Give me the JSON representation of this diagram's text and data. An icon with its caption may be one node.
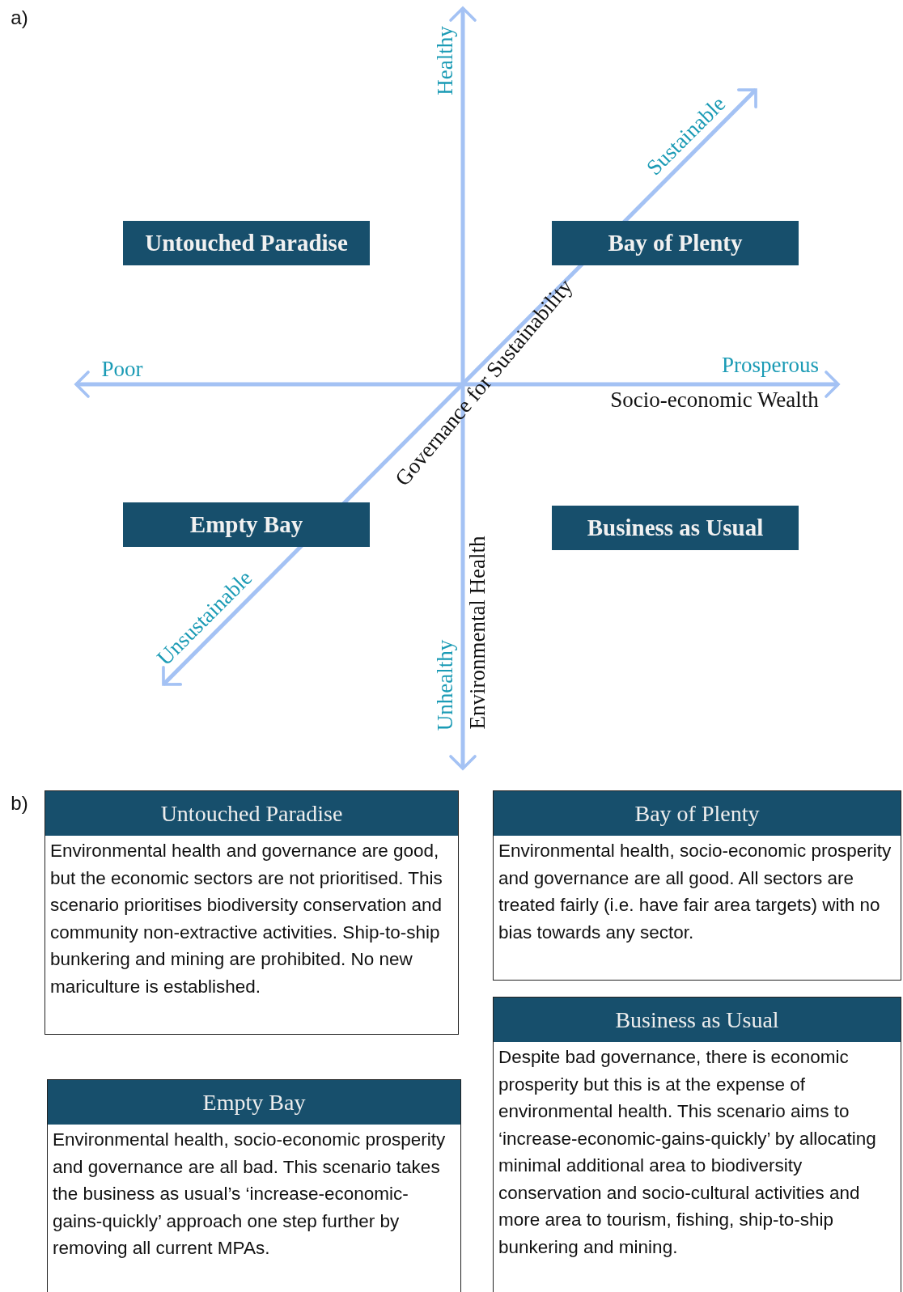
{
  "diagram": {
    "nodes": [
      {
        "text": [
          "Untouched Paradise"
        ]
      },
      {
        "text": [
          "Bay of Plenty"
        ]
      },
      {
        "text": [
          "Empty Bay"
        ]
      },
      {
        "text": [
          "Business as Usual"
        ]
      },
      {
        "text": [
          "Untouched Paradise",
          "Environmental health and governance are good, but the economic sectors are not prioritised. This scenario prioritises biodiversity conservation and community non-extractive activities. Ship-to-ship bunkering and mining are prohibited. No new mariculture is established."
        ]
      },
      {
        "text": [
          "Bay of Plenty",
          "Environmental health, socio-economic prosperity and governance are all good. All sectors are treated fairly (i.e. have fair area targets) with no bias towards any sector."
        ]
      },
      {
        "text": [
          "Business as Usual",
          "Despite bad governance, there is economic prosperity but this is at the expense of environmental health. This scenario aims to ‘increase-economic-gains-quickly’ by allocating minimal additional area to biodiversity conservation and socio-cultural activities and more area to tourism, fishing, ship-to-ship bunkering and mining."
        ]
      },
      {
        "text": [
          "Empty Bay",
          "Environmental health, socio-economic prosperity and governance are all bad. This scenario takes the business as usual’s ‘increase-economic-gains-quickly’ approach one step further by removing all current MPAs."
        ]
      }
    ],
    "labels": [
      "a)",
      "Healthy",
      "Sustainable",
      "Poor",
      "Prosperous",
      "Socio-economic Wealth",
      "Governance for Sustainability",
      "Unsustainable",
      "Unhealthy",
      "Environmental Health",
      "b)"
    ]
  }
}
